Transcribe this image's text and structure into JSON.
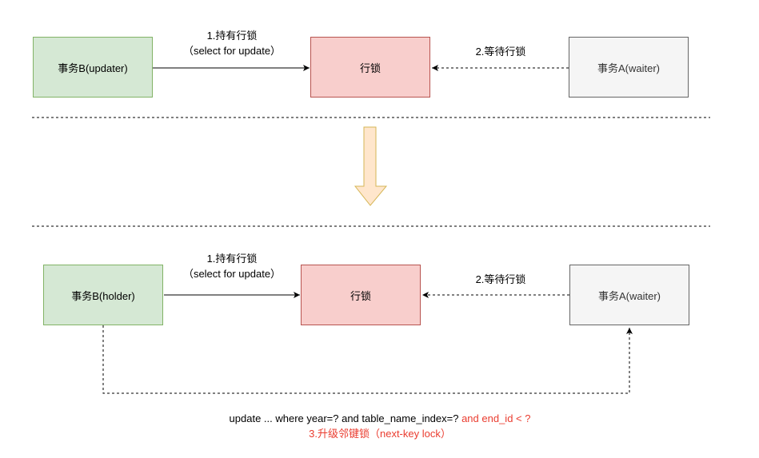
{
  "top": {
    "holder_box": "事务B(updater)",
    "lock_box": "行锁",
    "waiter_box": "事务A(waiter)",
    "hold_label_line1": "1.持有行锁",
    "hold_label_line2": "（select for update）",
    "wait_label": "2.等待行锁"
  },
  "bottom": {
    "holder_box": "事务B(holder)",
    "lock_box": "行锁",
    "waiter_box": "事务A(waiter)",
    "hold_label_line1": "1.持有行锁",
    "hold_label_line2": "（select for update）",
    "wait_label": "2.等待行锁",
    "sql_part1": "update ... where year=? and table_name_index=? ",
    "sql_part2": "and end_id < ?",
    "upgrade_label": "3.升级邻键锁（next-key lock）"
  },
  "colors": {
    "green_fill": "#d5e8d4",
    "red_fill": "#f8cecc",
    "grey_fill": "#f5f5f5",
    "arrow_fill": "#ffe6cc",
    "highlight_text": "#ea3c2f"
  }
}
